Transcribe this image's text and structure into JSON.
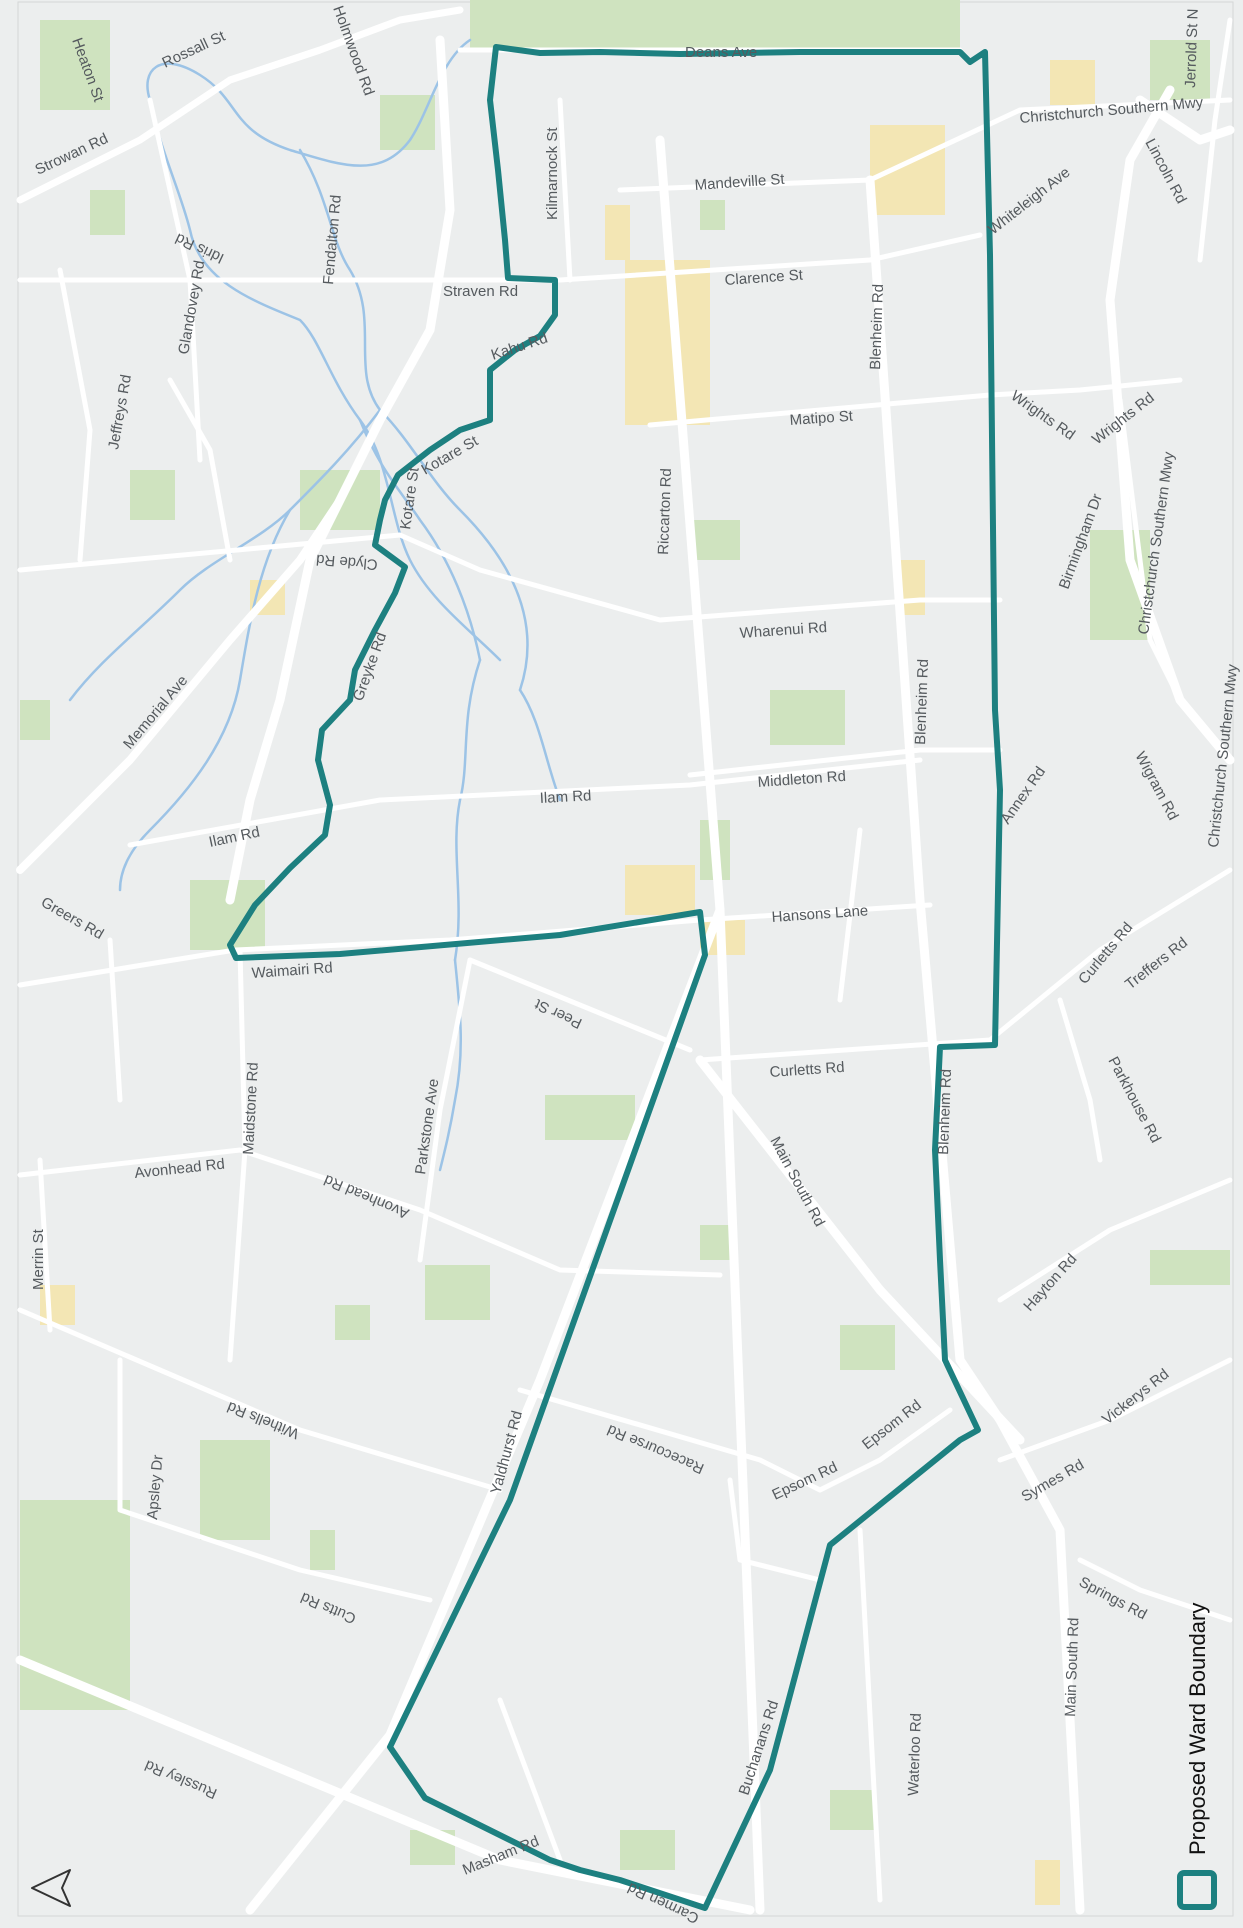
{
  "map": {
    "legend": {
      "label": "Proposed Ward Boundary",
      "boundary_color": "#1d8080",
      "icon": "legend-swatch-icon"
    },
    "north_arrow": {
      "icon": "north-arrow-icon"
    },
    "colors": {
      "land": "#eceeee",
      "road": "#ffffff",
      "park": "#cfe3bf",
      "landuse": "#f3e6b4",
      "river": "#9cc3e6",
      "label": "#555a5e"
    },
    "labels": {
      "deans_ave": "Deans Ave",
      "rossall_st": "Rossall St",
      "heaton_st": "Heaton St",
      "holmwood_rd": "Holmwood Rd",
      "jerrold_st": "Jerrold St N",
      "christchurch_southern_mwy_top": "Christchurch Southern Mwy",
      "strowan_rd": "Strowan Rd",
      "kilmarnock_st": "Kilmarnock St",
      "lincoln_rd": "Lincoln Rd",
      "mandeville_st": "Mandeville St",
      "fendalton_rd": "Fendalton Rd",
      "whiteleigh_ave": "Whiteleigh Ave",
      "idris_rd": "Idris Rd",
      "glandovey_rd": "Glandovey Rd",
      "straven_rd": "Straven Rd",
      "clarence_st": "Clarence St",
      "kahu_rd": "Kahu Rd",
      "blenheim_rd_top": "Blenheim Rd",
      "jeffreys_rd": "Jeffreys Rd",
      "wrights_rd_a": "Wrights Rd",
      "wrights_rd_b": "Wrights Rd",
      "matipo_st": "Matipo St",
      "kotare_st_a": "Kotare St",
      "kotare_st_b": "Kotare St",
      "riccarton_rd": "Riccarton Rd",
      "christchurch_southern_mwy_mid": "Christchurch Southern Mwy",
      "birmingham_dr": "Birmingham Dr",
      "clyde_rd": "Clyde Rd",
      "wharenui_rd": "Wharenui Rd",
      "greyke_rd": "Greyke Rd",
      "blenheim_rd_mid": "Blenheim Rd",
      "memorial_ave": "Memorial Ave",
      "christchurch_southern_mwy_low": "Christchurch Southern Mwy",
      "middleton_rd": "Middleton Rd",
      "annex_rd": "Annex Rd",
      "wigram_rd": "Wigram Rd",
      "ilam_rd_west": "Ilam Rd",
      "ilam_rd_east": "Ilam Rd",
      "greers_rd": "Greers Rd",
      "hansons_lane": "Hansons Lane",
      "curletts_rd_ne": "Curletts Rd",
      "treffers_rd": "Treffers Rd",
      "waimairi_rd": "Waimairi Rd",
      "peer_st": "Peer St",
      "curletts_rd": "Curletts Rd",
      "parkhouse_rd": "Parkhouse Rd",
      "maidstone_rd": "Maidstone Rd",
      "blenheim_rd_low": "Blenheim Rd",
      "parkstone_ave": "Parkstone Ave",
      "epsom_rd_main": "Main South Rd",
      "avonhead_rd_a": "Avonhead Rd",
      "avonhead_rd_b": "Avonhead Rd",
      "merrin_st": "Merrin St",
      "hayton_rd": "Hayton Rd",
      "withells_rd": "Withells Rd",
      "vickerys_rd": "Vickerys Rd",
      "yaldhurst_rd": "Yaldhurst Rd",
      "racecourse_rd": "Racecourse Rd",
      "apsley_dr": "Apsley Dr",
      "epsom_rd_a": "Epsom Rd",
      "epsom_rd_b": "Epsom Rd",
      "symes_rd": "Symes Rd",
      "cutts_rd": "Cutts Rd",
      "springs_rd": "Springs Rd",
      "main_south_rd": "Main South Rd",
      "buchanans_rd": "Buchanans Rd",
      "waterloo_rd": "Waterloo Rd",
      "russley_rd": "Russley Rd",
      "masham_rd": "Masham Rd",
      "carmen_rd": "Carmen Rd"
    }
  }
}
